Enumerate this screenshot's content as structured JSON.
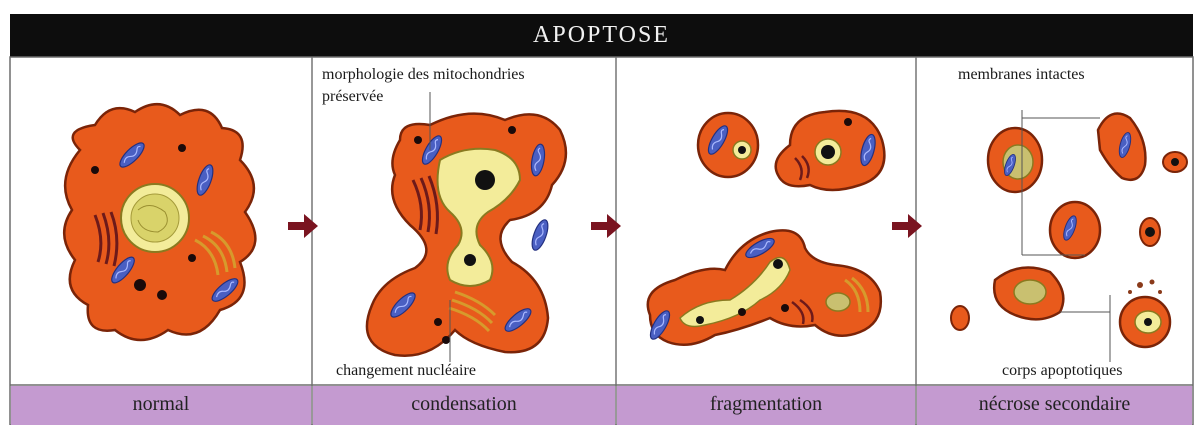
{
  "title": "APOPTOSE",
  "annotations": {
    "mitochondria_line1": "morphologie des mitochondries",
    "mitochondria_line2": "préservée",
    "nuclear_change": "changement nucléaire",
    "intact_membranes": "membranes intactes",
    "apoptotic_bodies": "corps apoptotiques"
  },
  "stages": [
    {
      "label": "normal"
    },
    {
      "label": "condensation"
    },
    {
      "label": "fragmentation"
    },
    {
      "label": "nécrose secondaire"
    }
  ],
  "colors": {
    "cytoplasm": "#e85a1c",
    "cell_border": "#7a2408",
    "nucleus": "#f3ec9a",
    "mitochondria": "#4a5fc2",
    "golgi": "#d79a2c",
    "er": "#6d1a1a",
    "arrow": "#7a1420",
    "stage_bar": "#c49ad0"
  }
}
